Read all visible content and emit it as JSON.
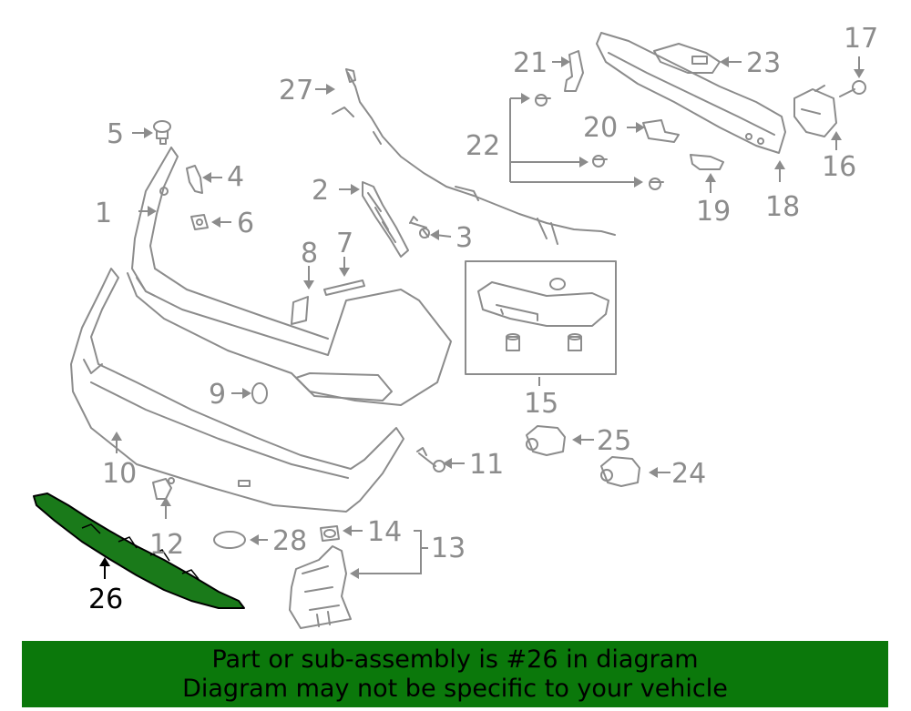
{
  "callouts": {
    "c1": "1",
    "c2": "2",
    "c3": "3",
    "c4": "4",
    "c5": "5",
    "c6": "6",
    "c7": "7",
    "c8": "8",
    "c9": "9",
    "c10": "10",
    "c11": "11",
    "c12": "12",
    "c13": "13",
    "c14": "14",
    "c15": "15",
    "c16": "16",
    "c17": "17",
    "c18": "18",
    "c19": "19",
    "c20": "20",
    "c21": "21",
    "c22": "22",
    "c23": "23",
    "c24": "24",
    "c25": "25",
    "c26": "26",
    "c27": "27",
    "c28": "28"
  },
  "highlighted_part": "26",
  "colors": {
    "line_gray": "#8c8c8c",
    "highlight_fill": "#1a7a1a",
    "banner_bg": "#0b780b"
  },
  "banner": {
    "line1": "Part or sub-assembly is #26 in diagram",
    "line2": "Diagram may not be specific to your vehicle"
  }
}
